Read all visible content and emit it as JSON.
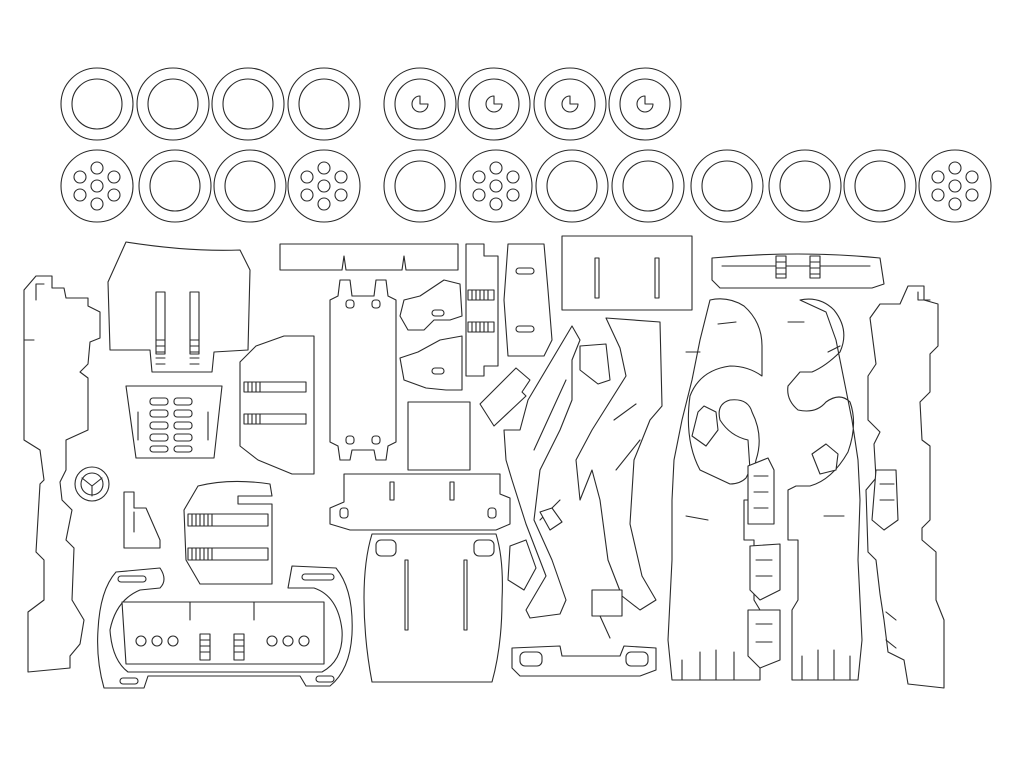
{
  "sheet": {
    "background": "#ffffff",
    "line_color": "#2b2b2b"
  },
  "wheels": {
    "rows": [
      {
        "kind": "plain-tire",
        "count": 4
      },
      {
        "kind": "hub-slot-tire",
        "count": 4
      },
      {
        "kind": "mixed-tire-row",
        "count": 12
      }
    ],
    "rim_icon": "ring-icon",
    "hub_icon": "perforated-hub-icon"
  },
  "parts": {
    "steering_wheel_icon": "steering-wheel-icon",
    "slot_icon": "notch-slot-icon"
  }
}
